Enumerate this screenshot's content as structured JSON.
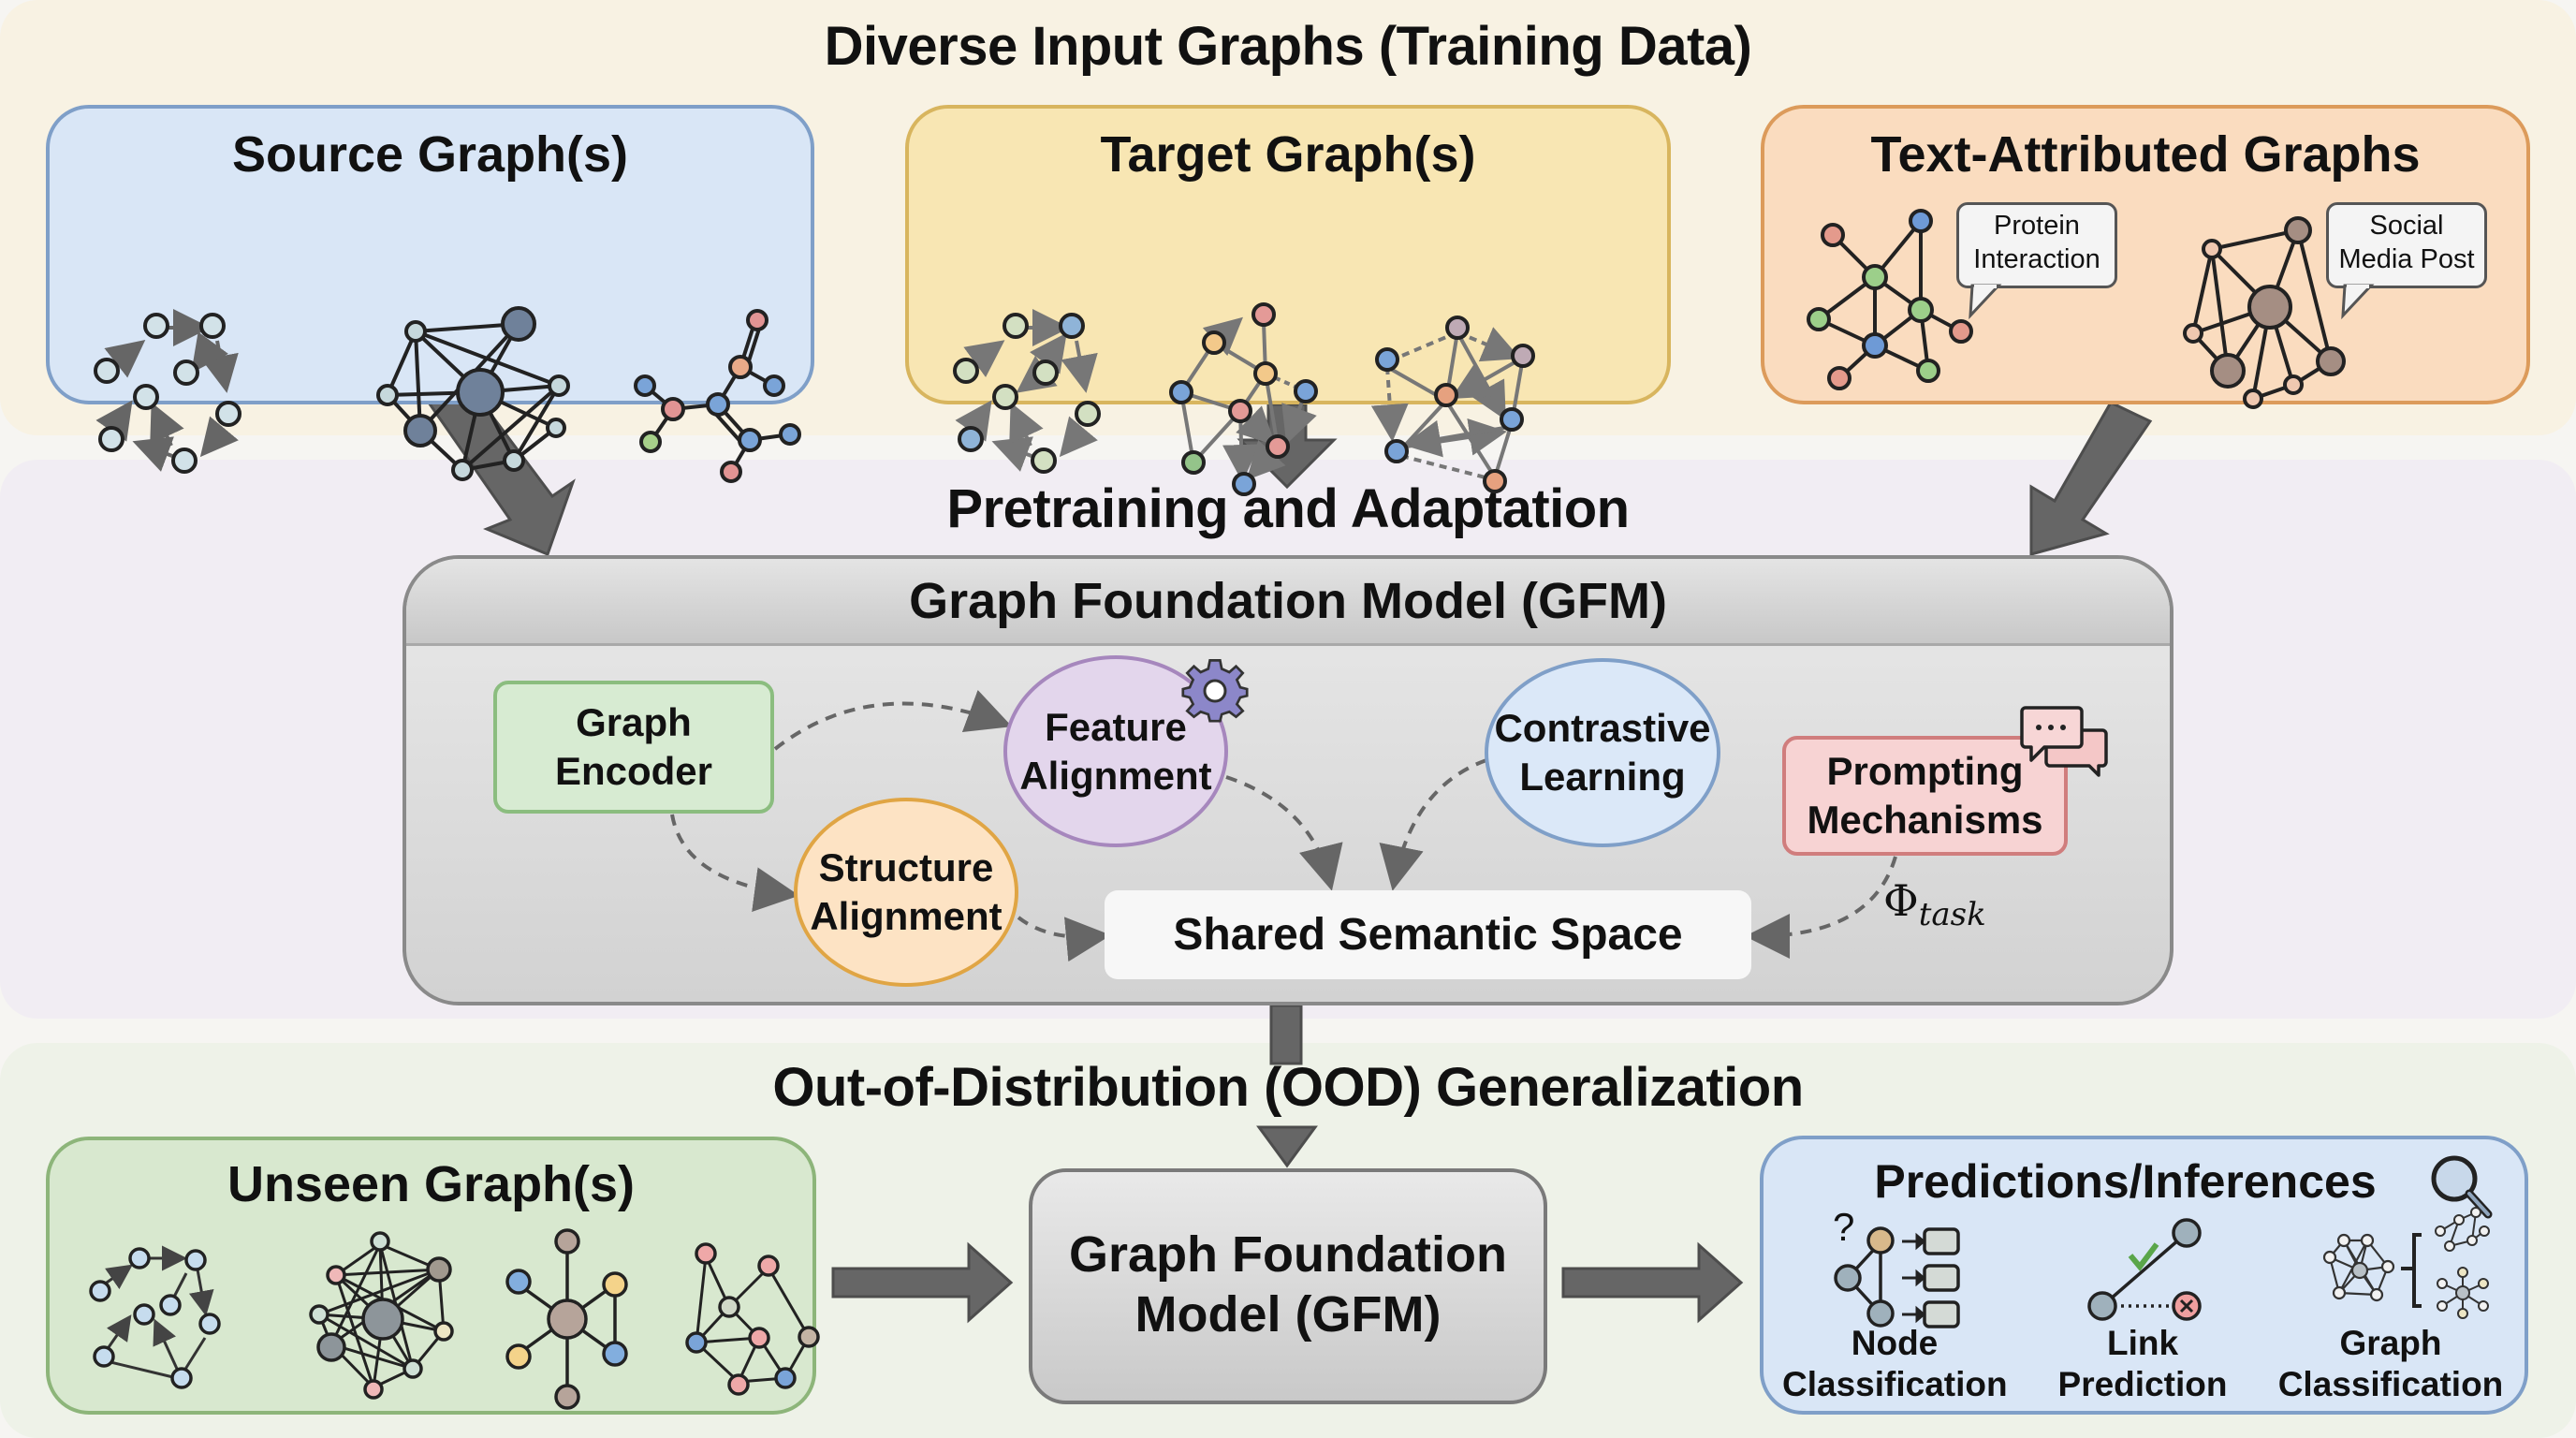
{
  "sections": {
    "input": {
      "title": "Diverse Input Graphs (Training Data)"
    },
    "pretraining": {
      "title": "Pretraining and Adaptation"
    },
    "ood": {
      "title": "Out-of-Distribution (OOD) Generalization"
    }
  },
  "input_boxes": {
    "source": {
      "title": "Source Graph(s)"
    },
    "target": {
      "title": "Target Graph(s)"
    },
    "text_attributed": {
      "title": "Text-Attributed Graphs",
      "bubbles": [
        "Protein Interaction",
        "Social Media Post"
      ],
      "bubble_lines": [
        [
          "Protein",
          "Interaction"
        ],
        [
          "Social",
          "Media Post"
        ]
      ]
    }
  },
  "gfm": {
    "title": "Graph Foundation Model (GFM)",
    "components": {
      "encoder": [
        "Graph",
        "Encoder"
      ],
      "feature": [
        "Feature",
        "Alignment"
      ],
      "structure": [
        "Structure",
        "Alignment"
      ],
      "contrastive": [
        "Contrastive",
        "Learning"
      ],
      "prompting": [
        "Prompting",
        "Mechanisms"
      ],
      "shared": "Shared Semantic Space"
    },
    "phi_symbol": "Φ",
    "phi_subscript": "task"
  },
  "ood": {
    "unseen_title": "Unseen Graph(s)",
    "model_lines": [
      "Graph Foundation",
      "Model (GFM)"
    ],
    "predictions_title": "Predictions/Inferences",
    "tasks": [
      {
        "line1": "Node",
        "line2": "Classification"
      },
      {
        "line1": "Link",
        "line2": "Prediction"
      },
      {
        "line1": "Graph",
        "line2": "Classification"
      }
    ],
    "question_mark": "?"
  },
  "icons": [
    "gear-icon",
    "chat-bubbles-icon",
    "magnifier-icon",
    "checkmark-icon",
    "x-mark-icon"
  ],
  "colors": {
    "source": "#d9e6f6",
    "target": "#f8e6b3",
    "tag": "#fadcbf",
    "unseen": "#d8e8cf",
    "gfm": "#d6d6d6",
    "arrow": "#5f5f5f"
  }
}
